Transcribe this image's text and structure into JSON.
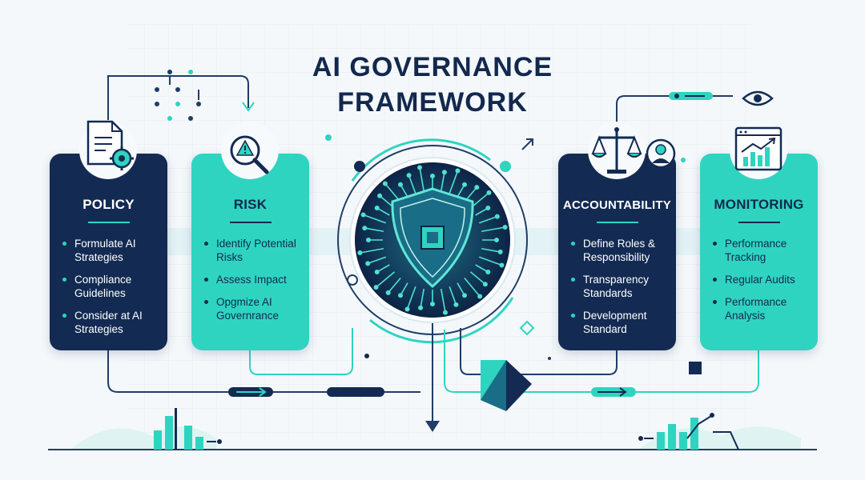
{
  "title": {
    "line1": "AI GOVERNANCE",
    "line2": "FRAMEWORK"
  },
  "cards": [
    {
      "title": "POLICY",
      "theme": "dark",
      "icon": "document-gear-icon",
      "items": [
        "Formulate AI Strategies",
        "Compliance Guidelines",
        "Consider at AI Strategies"
      ]
    },
    {
      "title": "RISK",
      "theme": "teal",
      "icon": "magnifier-warning-icon",
      "items": [
        "Identify Potential Risks",
        "Assess Impact",
        "Opgmize AI Governrance"
      ]
    },
    {
      "title": "ACCOUNTABILITY",
      "theme": "dark",
      "icon": "scales-person-icon",
      "items": [
        "Define Roles & Responsibility",
        "Transparency Standards",
        "Development Standard"
      ]
    },
    {
      "title": "MONITORING",
      "theme": "teal",
      "icon": "chart-monitor-icon",
      "items": [
        "Performance Tracking",
        "Regular Audits",
        "Performance Analysis"
      ]
    }
  ],
  "center_icon": "shield-chip-icon",
  "colors": {
    "navy": "#132b52",
    "teal": "#2fd4c1",
    "line": "#1f3d66",
    "background": "#f4f8fb"
  }
}
